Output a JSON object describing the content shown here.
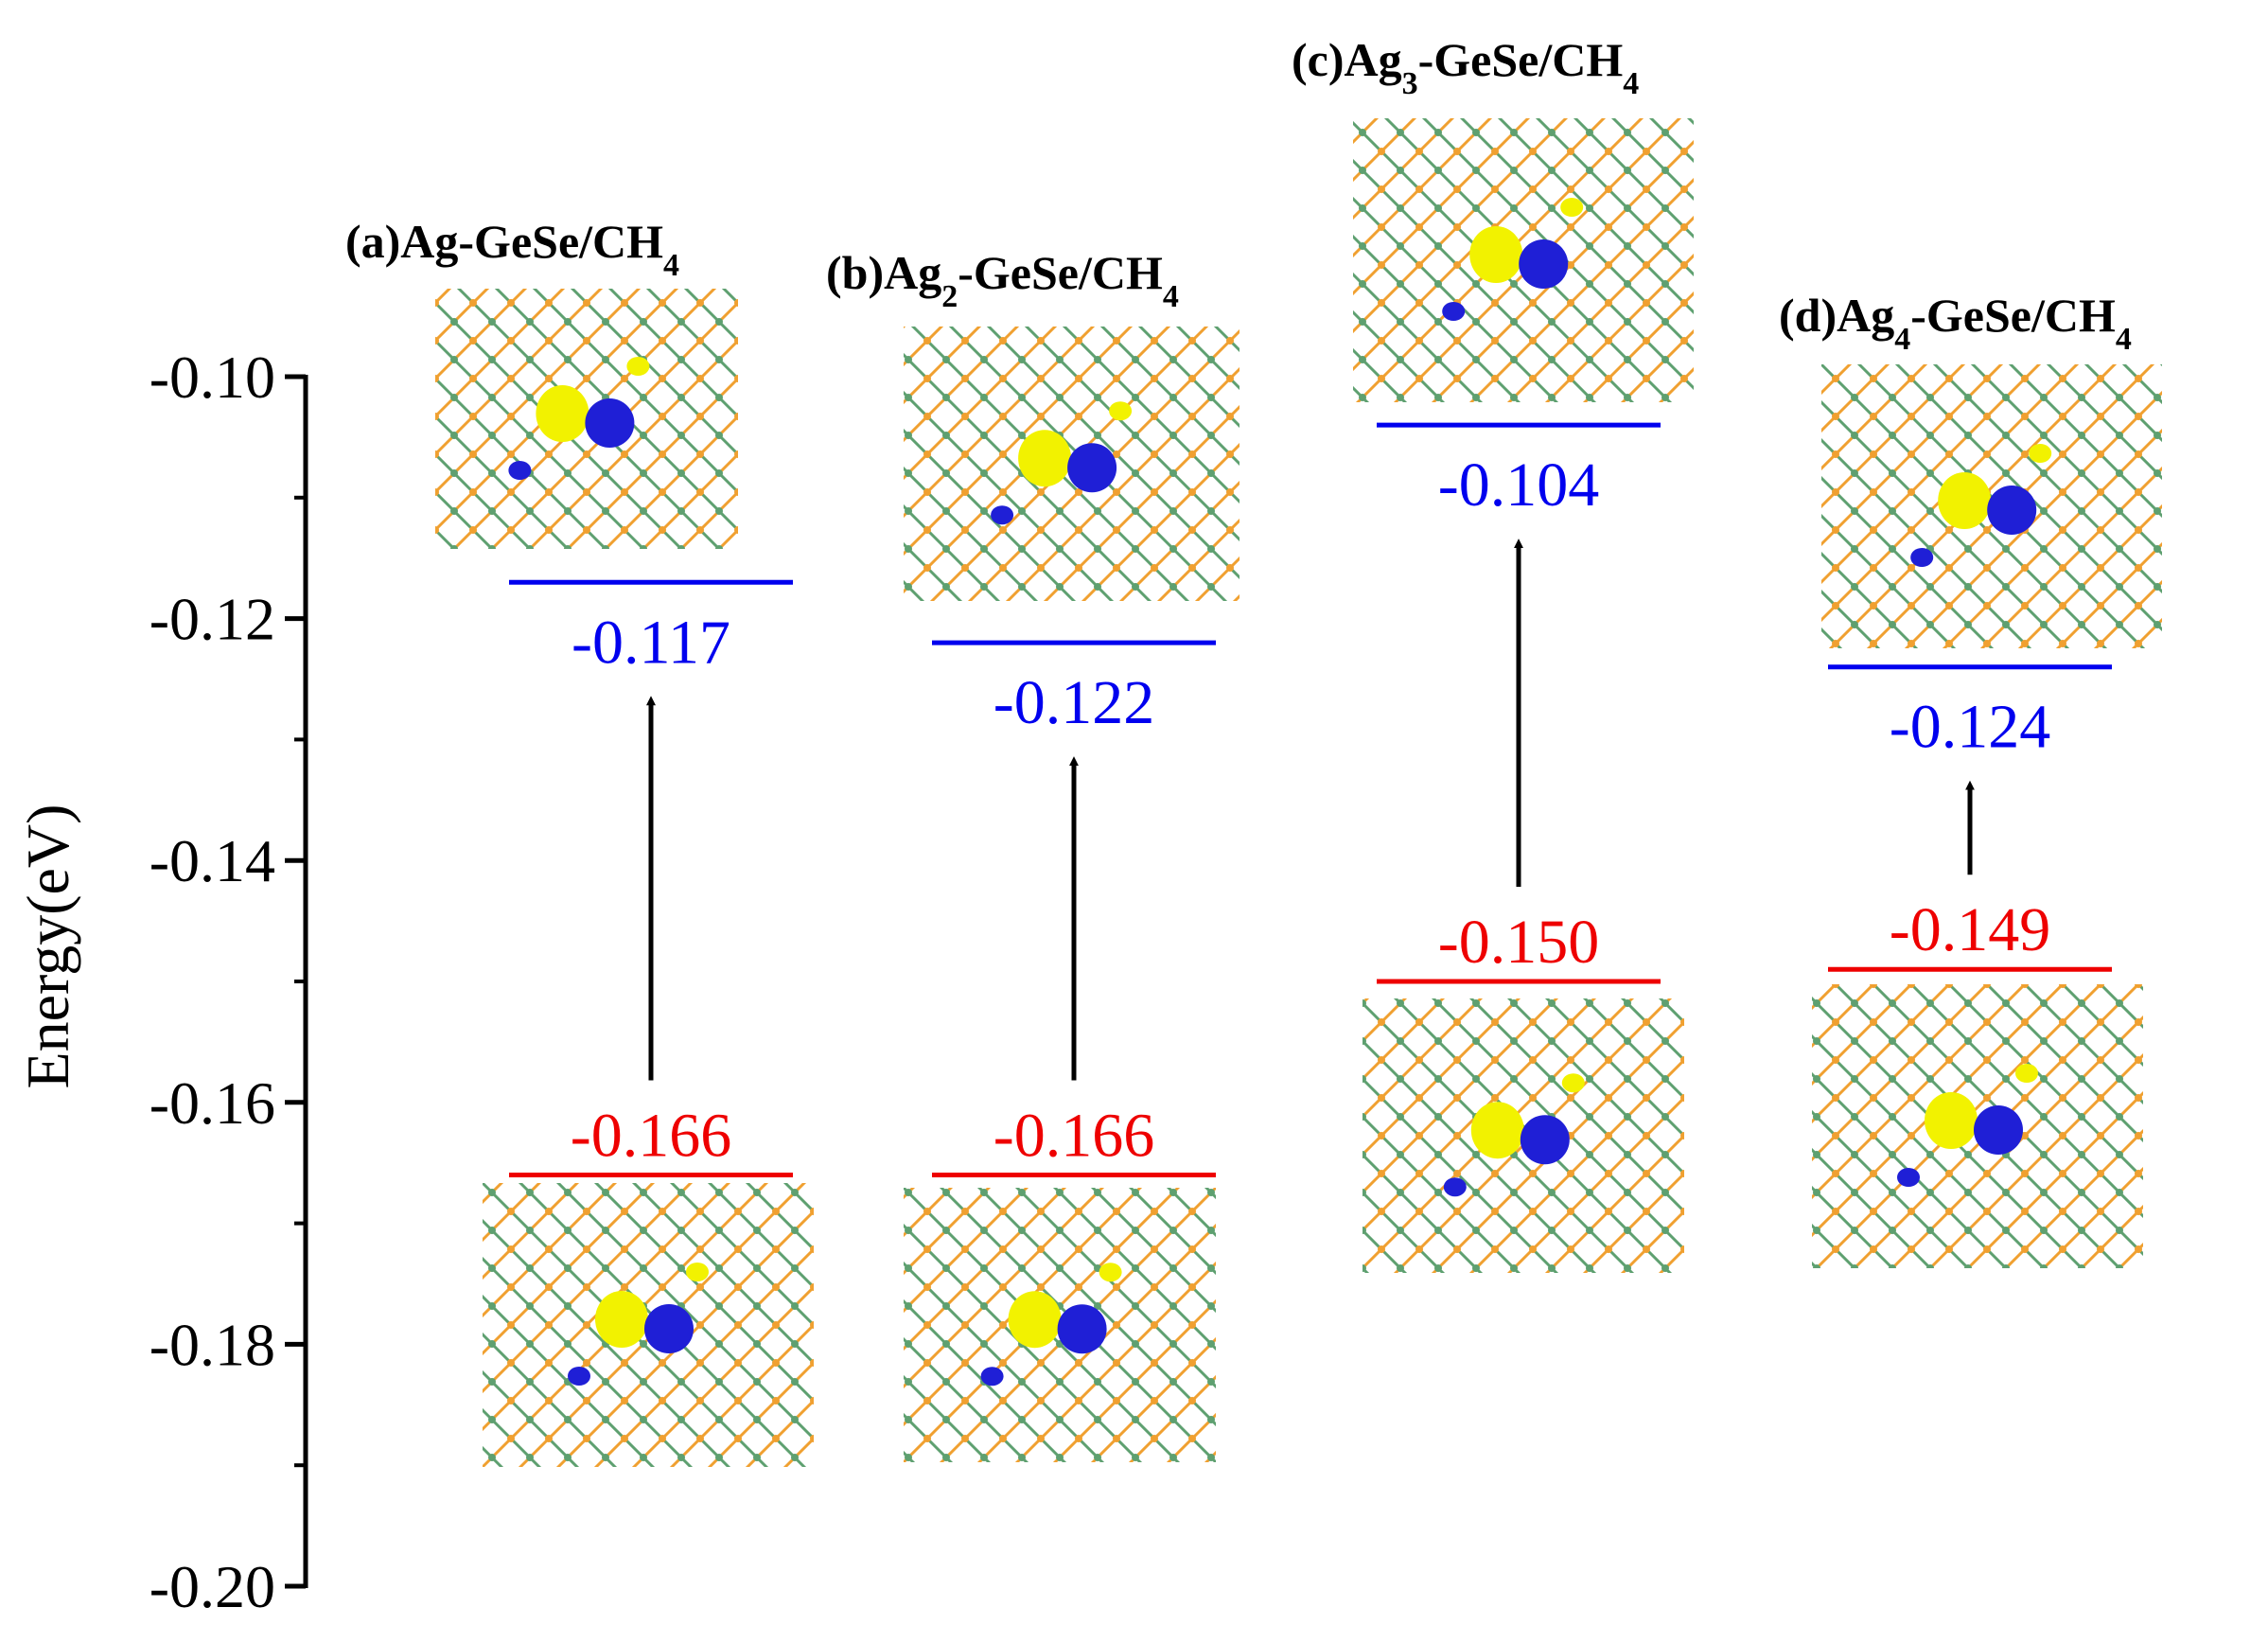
{
  "chart_data": {
    "type": "energy-level-diagram",
    "ylabel": "Energy(eV)",
    "ylim": [
      -0.2,
      -0.1
    ],
    "yticks": [
      -0.1,
      -0.12,
      -0.14,
      -0.16,
      -0.18,
      -0.2
    ],
    "ytick_labels": [
      "-0.10",
      "-0.12",
      "-0.14",
      "-0.16",
      "-0.18",
      "-0.20"
    ],
    "grid": false,
    "colors": {
      "lumo": "#0000ee",
      "homo": "#ee0000",
      "arrow": "#000000",
      "ge": "#f0a030",
      "se": "#5ea070",
      "iso_pos": "#f2f200",
      "iso_neg": "#1f1fd6"
    },
    "panels": [
      {
        "id": "a",
        "title_main": "(a)Ag-GeSe/CH",
        "title_sub": "4",
        "lumo": -0.117,
        "homo": -0.166,
        "lumo_label": "-0.117",
        "homo_label": "-0.166"
      },
      {
        "id": "b",
        "title_main": "(b)Ag",
        "title_sub": "2",
        "title_rest": "-GeSe/CH",
        "title_sub2": "4",
        "lumo": -0.122,
        "homo": -0.166,
        "lumo_label": "-0.122",
        "homo_label": "-0.166"
      },
      {
        "id": "c",
        "title_main": "(c)Ag",
        "title_sub": "3",
        "title_rest": "-GeSe/CH",
        "title_sub2": "4",
        "lumo": -0.104,
        "homo": -0.15,
        "lumo_label": "-0.104",
        "homo_label": "-0.150"
      },
      {
        "id": "d",
        "title_main": "(d)Ag",
        "title_sub": "4",
        "title_rest": "-GeSe/CH",
        "title_sub2": "4",
        "lumo": -0.124,
        "homo": -0.149,
        "lumo_label": "-0.124",
        "homo_label": "-0.149"
      }
    ]
  }
}
